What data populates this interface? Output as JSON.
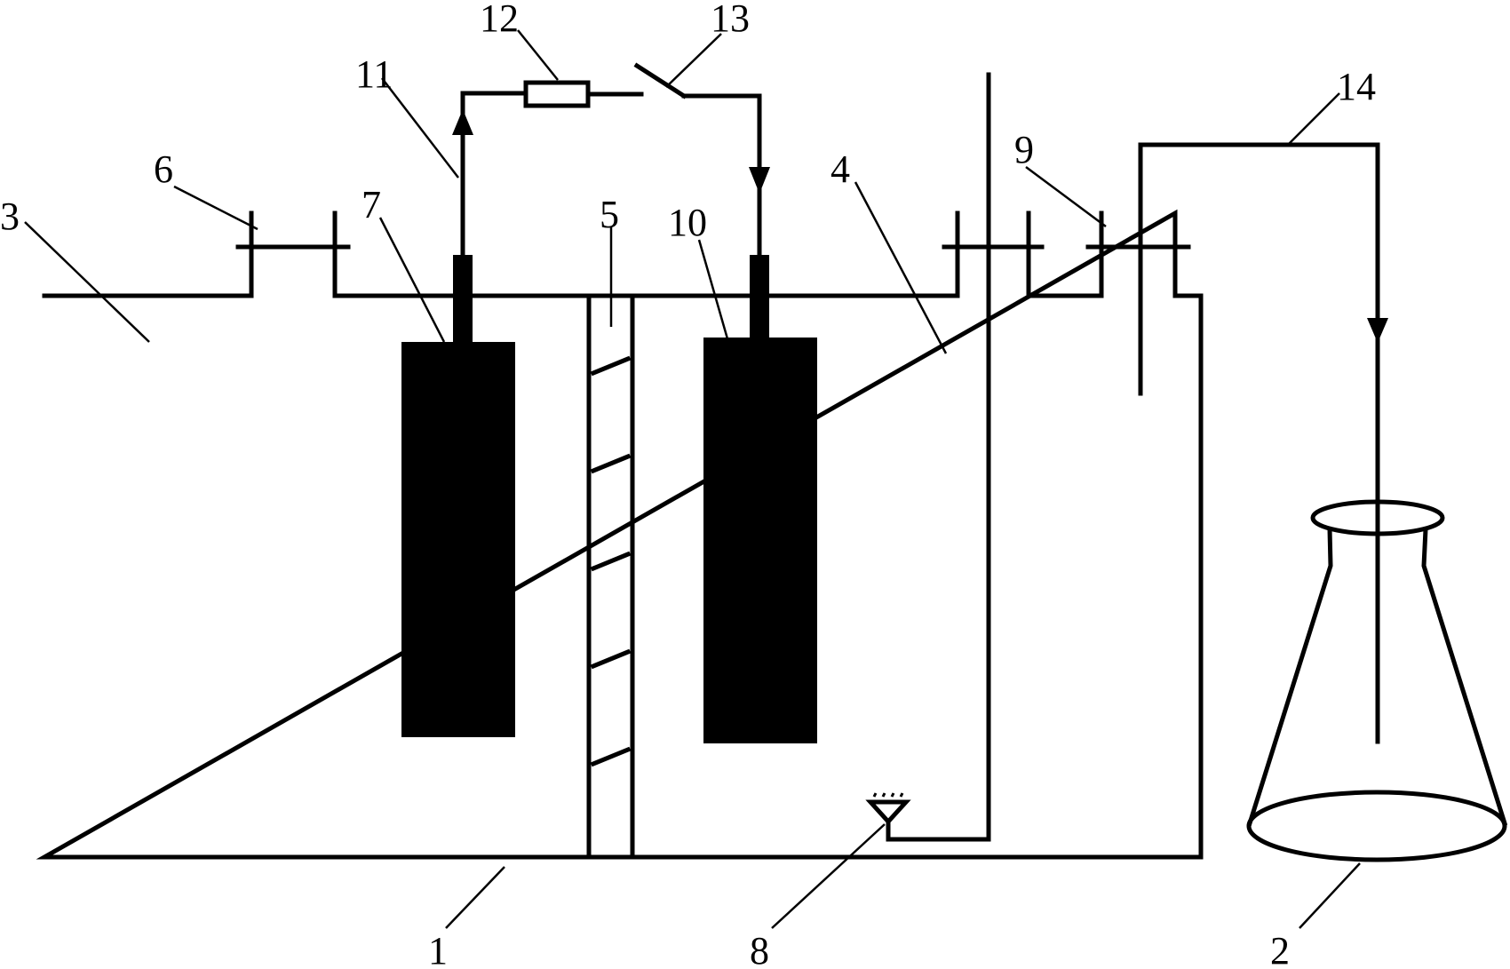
{
  "labels": {
    "reactor_body": "1",
    "flask": "2",
    "anode_chamber": "3",
    "cathode_chamber": "4",
    "separator_membrane": "5",
    "anode_port": "6",
    "anode_electrode": "7",
    "aerator": "8",
    "cathode_port": "9",
    "cathode_electrode": "10",
    "wire": "11",
    "resistor": "12",
    "switch": "13",
    "gas_tube": "14"
  },
  "colors": {
    "line": "#000000",
    "electrode": "#000000",
    "background": "#ffffff"
  }
}
